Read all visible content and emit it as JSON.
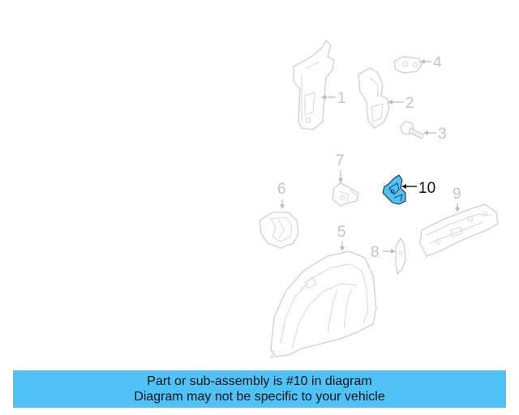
{
  "callouts": {
    "c1": "1",
    "c2": "2",
    "c3": "3",
    "c4": "4",
    "c5": "5",
    "c6": "6",
    "c7": "7",
    "c8": "8",
    "c9": "9",
    "c10": "10"
  },
  "highlight": {
    "part_number": "10",
    "color": "#4fc3f7"
  },
  "banner": {
    "line1": "Part or sub-assembly is #10 in diagram",
    "line2": "Diagram may not be specific to your vehicle",
    "background": "#4fc3f7"
  }
}
